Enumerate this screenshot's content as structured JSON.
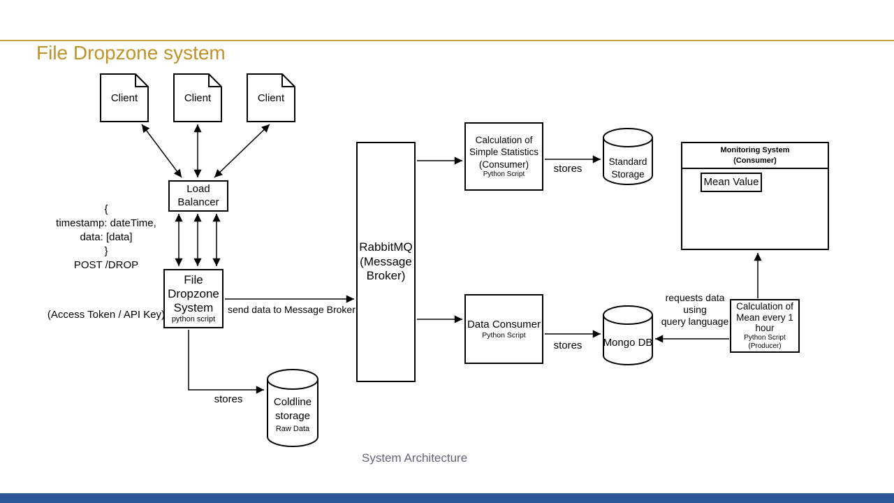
{
  "slide": {
    "title": "File Dropzone system",
    "caption": "System Architecture",
    "colors": {
      "accent_line": "#C2A140",
      "title": "#BF9329",
      "caption": "#5F6670",
      "footer_bar": "#2B579A"
    }
  },
  "nodes": {
    "clients": [
      "Client",
      "Client",
      "Client"
    ],
    "load_balancer": {
      "label": "Load\nBalancer"
    },
    "file_dropzone": {
      "label": "File\nDropzone\nSystem",
      "sub": "python script"
    },
    "rabbitmq": {
      "label": "RabbitMQ\n(Message\nBroker)"
    },
    "calc_stats": {
      "label": "Calculation of\nSimple Statistics\n(Consumer)",
      "sub": "Python Script"
    },
    "standard_storage": {
      "label": "Standard\nStorage"
    },
    "monitoring": {
      "header": "Monitoring System\n(Consumer)",
      "widget": "Mean Value"
    },
    "data_consumer": {
      "label": "Data Consumer",
      "sub": "Python Script"
    },
    "mongo_db": {
      "label": "Mongo DB"
    },
    "calc_mean": {
      "label": "Calculation of\nMean every 1\nhour",
      "sub": "Python Script\n(Producer)"
    },
    "coldline_storage": {
      "label": "Coldline\nstorage",
      "sub": "Raw Data"
    }
  },
  "annotations": {
    "request_payload": "{\ntimestamp: dateTime,\ndata: [data]\n}\nPOST /DROP",
    "access_token": "(Access Token / API Key)",
    "send_data": "send data to Message Broker",
    "stores_stats": "stores",
    "stores_consumer": "stores",
    "stores_raw": "stores",
    "requests_data": "requests data\nusing\nquery language"
  }
}
